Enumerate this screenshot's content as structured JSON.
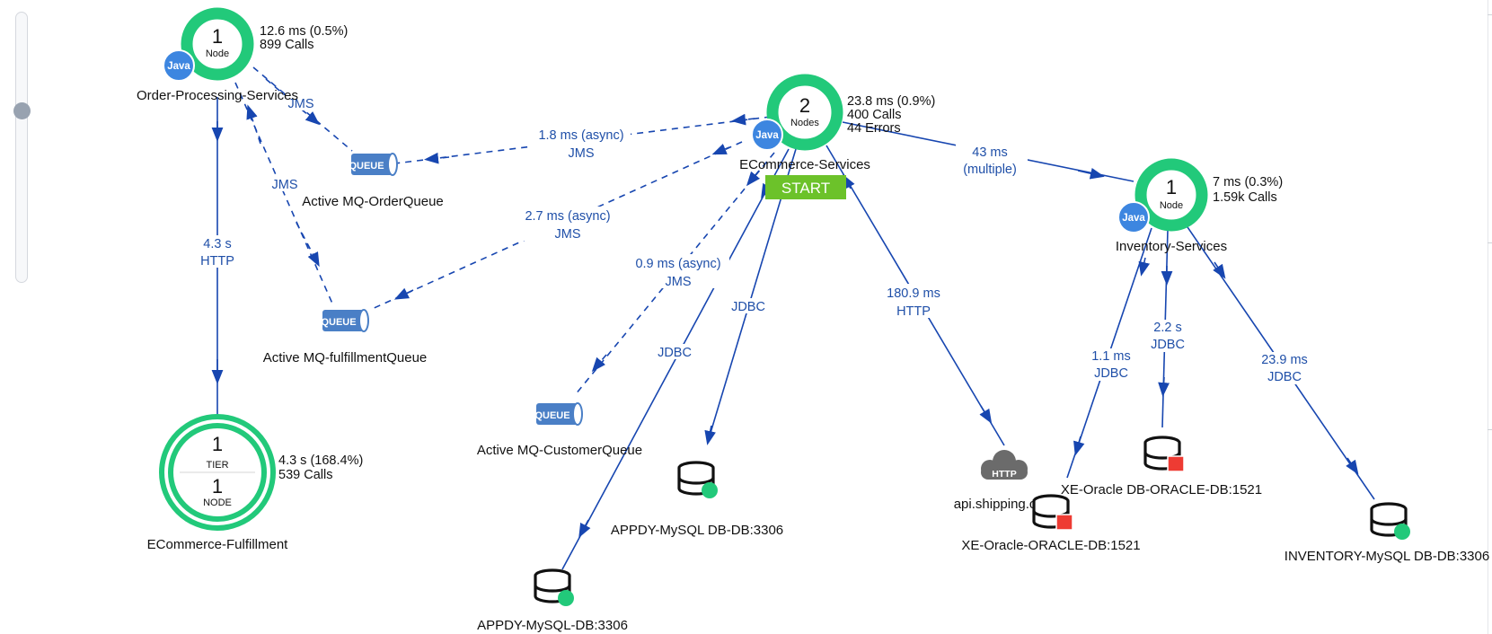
{
  "controls": {
    "zoom_level": 0.34
  },
  "colors": {
    "health_green": "#22c97a",
    "edge_blue": "#1746b0",
    "java_blue": "#3d86e0",
    "queue_blue": "#4a7fc6",
    "start_green": "#6cc22a",
    "error_red": "#ee3b33"
  },
  "nodes": {
    "order": {
      "count": "1",
      "unit": "Node",
      "badge": "Java",
      "name": "Order-Processing-Services",
      "stat1": "12.6 ms (0.5%)",
      "stat2": "899 Calls"
    },
    "ecom": {
      "count": "2",
      "unit": "Nodes",
      "badge": "Java",
      "name": "ECommerce-Services",
      "stat1": "23.8 ms (0.9%)",
      "stat2": "400 Calls",
      "stat3": "44 Errors",
      "start": "START"
    },
    "inventory": {
      "count": "1",
      "unit": "Node",
      "badge": "Java",
      "name": "Inventory-Services",
      "stat1": "7 ms (0.3%)",
      "stat2": "1.59k Calls"
    },
    "fulfillment": {
      "tier_count": "1",
      "tier_label": "TIER",
      "node_count": "1",
      "node_label": "NODE",
      "name": "ECommerce-Fulfillment",
      "stat1": "4.3 s (168.4%)",
      "stat2": "539 Calls"
    }
  },
  "queues": {
    "order": {
      "icon_label": "QUEUE",
      "name": "Active MQ-OrderQueue"
    },
    "fulfillment": {
      "icon_label": "QUEUE",
      "name": "Active MQ-fulfillmentQueue"
    },
    "customer": {
      "icon_label": "QUEUE",
      "name": "Active MQ-CustomerQueue"
    }
  },
  "backends": {
    "appdy_db": {
      "name": "APPDY-MySQL DB-DB:3306",
      "status": "healthy",
      "icon": "database-icon"
    },
    "appdy_mysql": {
      "name": "APPDY-MySQL-DB:3306",
      "status": "healthy",
      "icon": "database-icon"
    },
    "shipping": {
      "name": "api.shipping.com",
      "icon_label": "HTTP",
      "icon": "cloud-icon"
    },
    "xe_oracle": {
      "name": "XE-Oracle-ORACLE-DB:1521",
      "status": "critical",
      "icon": "database-icon"
    },
    "xe_oracle_db": {
      "name": "XE-Oracle DB-ORACLE-DB:1521",
      "status": "critical",
      "icon": "database-icon"
    },
    "inventory_mysql": {
      "name": "INVENTORY-MySQL DB-DB:3306",
      "status": "healthy",
      "icon": "database-icon"
    }
  },
  "edges": {
    "order_jms": {
      "l1": "JMS"
    },
    "order_jms2": {
      "l1": "JMS"
    },
    "order_http": {
      "l1": "4.3 s",
      "l2": "HTTP"
    },
    "ecom_orderq": {
      "l1": "1.8 ms (async)",
      "l2": "JMS"
    },
    "ecom_fulfillq": {
      "l1": "2.7 ms (async)",
      "l2": "JMS"
    },
    "ecom_custq": {
      "l1": "0.9 ms (async)",
      "l2": "JMS"
    },
    "ecom_jdbc_a": {
      "l1": "JDBC"
    },
    "ecom_jdbc_b": {
      "l1": "JDBC"
    },
    "ecom_http": {
      "l1": "180.9 ms",
      "l2": "HTTP"
    },
    "ecom_inventory": {
      "l1": "43 ms",
      "l2": "(multiple)"
    },
    "inv_xe": {
      "l1": "1.1 ms",
      "l2": "JDBC"
    },
    "inv_xe_db": {
      "l1": "2.2 s",
      "l2": "JDBC"
    },
    "inv_mysql": {
      "l1": "23.9 ms",
      "l2": "JDBC"
    }
  }
}
